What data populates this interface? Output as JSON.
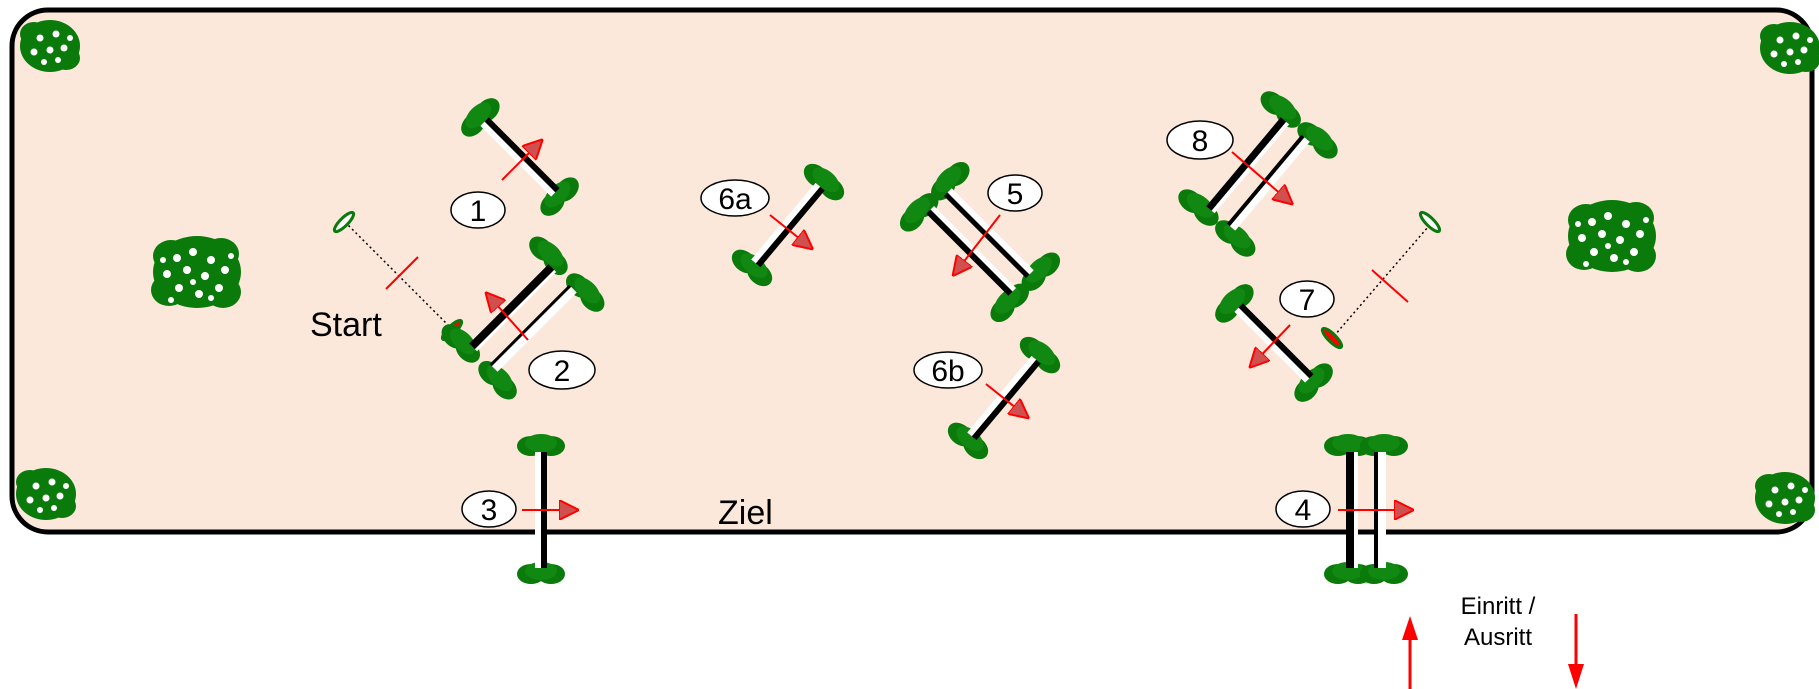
{
  "arena": {
    "fill": "#fbe8da",
    "border": "#000000"
  },
  "colors": {
    "pole": "#000000",
    "wing": "#0a7a0a",
    "arrow": "#ff0000",
    "arrowhead": "#d05050"
  },
  "labels": {
    "start": "Start",
    "finish": "Ziel",
    "entry_line1": "Einritt /",
    "entry_line2": "Ausritt"
  },
  "obstacles": {
    "n1": "1",
    "n2": "2",
    "n3": "3",
    "n4": "4",
    "n5": "5",
    "n6a": "6a",
    "n6b": "6b",
    "n7": "7",
    "n8": "8"
  },
  "icons": [
    "flower-bush-icon",
    "jump-fence-icon",
    "direction-arrow-icon",
    "start-flag-icon"
  ]
}
